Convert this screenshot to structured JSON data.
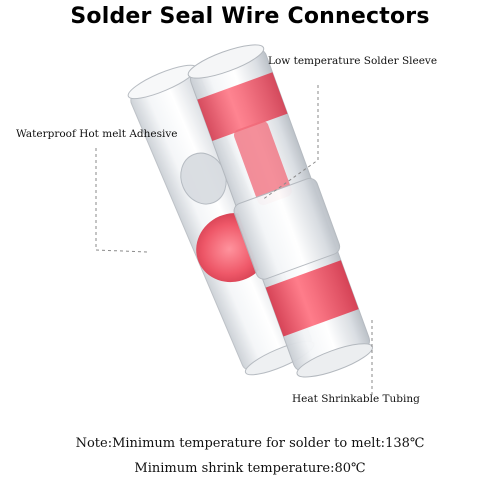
{
  "title": "Solder Seal Wire Connectors",
  "callouts": {
    "solder_sleeve": "Low temperature Solder Sleeve",
    "adhesive": "Waterproof Hot melt Adhesive",
    "tubing": "Heat Shrinkable Tubing"
  },
  "notes": {
    "line1": "Note:Minimum temperature for solder to melt:138℃",
    "line2": "Minimum shrink temperature:80℃"
  },
  "colors": {
    "solder_red": "#e8485a",
    "tube_clear": "#e9ecef",
    "leader_line": "#888888"
  }
}
